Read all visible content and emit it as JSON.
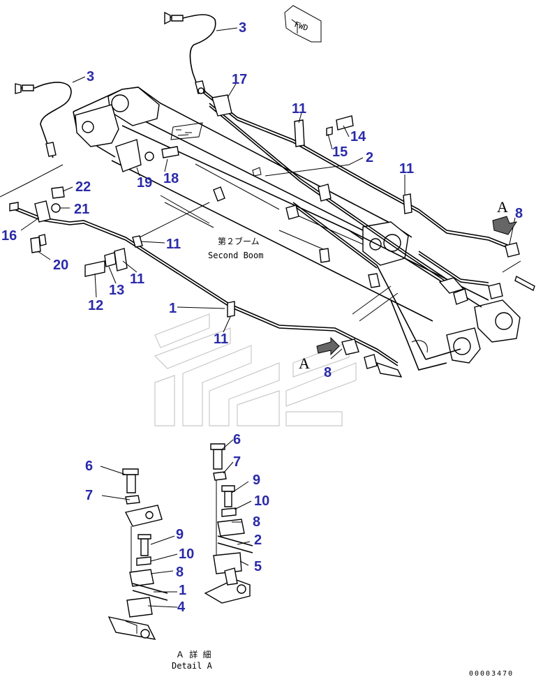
{
  "diagram": {
    "callouts": [
      "1",
      "2",
      "3",
      "4",
      "5",
      "6",
      "7",
      "8",
      "9",
      "10",
      "11",
      "12",
      "13",
      "14",
      "15",
      "16",
      "17",
      "18",
      "19",
      "20",
      "21",
      "22"
    ],
    "label_second_boom_jp": "第２ブーム",
    "label_second_boom_en": "Second Boom",
    "label_fwd": "FWD",
    "label_view_a": "A",
    "label_detail_jp": "Ａ 詳 細",
    "label_detail_en": "Detail A",
    "figure_number": "00003470"
  }
}
